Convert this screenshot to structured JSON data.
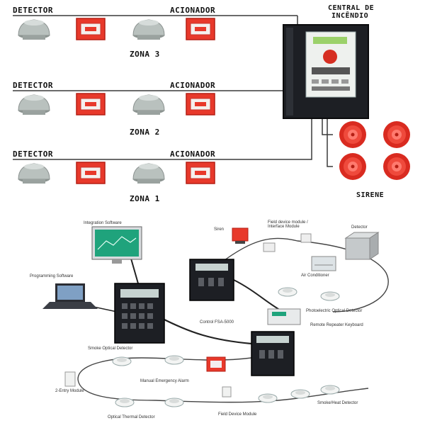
{
  "top_panel": {
    "labels": {
      "detector": "DETECTOR",
      "acionador": "ACIONADOR",
      "central_line1": "CENTRAL DE",
      "central_line2": "INCÊNDIO",
      "sirene": "SIRENE"
    },
    "zones": [
      {
        "label": "ZONA 3"
      },
      {
        "label": "ZONA 2"
      },
      {
        "label": "ZONA 1"
      }
    ]
  },
  "bottom_panel": {
    "labels": {
      "integration_software": "Integration Software",
      "programming_software": "Programming Software",
      "siren": "Siren",
      "field_device_interface": "Field device module / Interface Module",
      "detector_right": "Detector",
      "air_conditioner": "Air Conditioner",
      "control_panel": "Control FSA-5000",
      "photoelectric_detector": "Photoelectric Optical Detector",
      "remote_keyboard": "Remote Repeater Keyboard",
      "smoke_detector": "Smoke Optical Detector",
      "manual_pull": "Manual Emergency Alarm",
      "input_module": "2-Entry Module",
      "thermal_detector": "Optical Thermal Detector",
      "field_device_module": "Field Device Module",
      "smoke_heat_detector": "Smoke/Heat Detector"
    }
  },
  "colors": {
    "red_device": "#e8392b",
    "red_dark": "#b51f14",
    "panel_dark": "#1d1f24",
    "detector_grey": "#b9c1be",
    "line": "#3a3a3a",
    "screen_green": "#1fa37c"
  }
}
